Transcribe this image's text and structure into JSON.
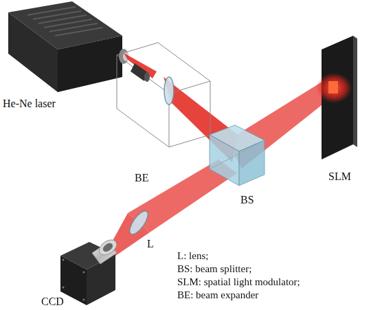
{
  "diagram": {
    "labels": [
      "He-Ne laser",
      "BE",
      "SLM",
      "BS",
      "L",
      "CCD",
      "L: lens;",
      "BS: beam splitter;",
      "SLM: spatial light modulator;",
      "BE: beam expander"
    ]
  }
}
